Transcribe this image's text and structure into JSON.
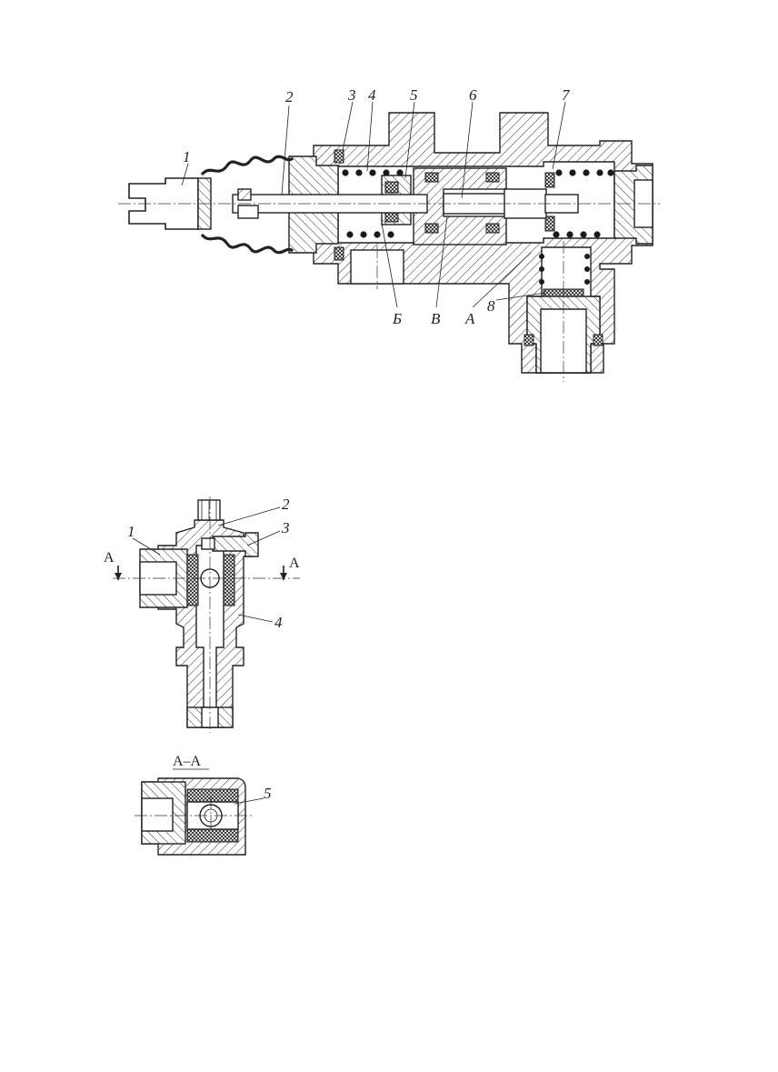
{
  "figure_top": {
    "callouts": [
      "1",
      "2",
      "3",
      "4",
      "5",
      "6",
      "7",
      "8"
    ],
    "letters": [
      "Б",
      "В",
      "А"
    ]
  },
  "figure_middle": {
    "callouts": [
      "1",
      "2",
      "3",
      "4"
    ],
    "section_marks": [
      "А",
      "А"
    ]
  },
  "figure_bottom": {
    "section_title": "А–А",
    "callouts": [
      "5"
    ]
  }
}
